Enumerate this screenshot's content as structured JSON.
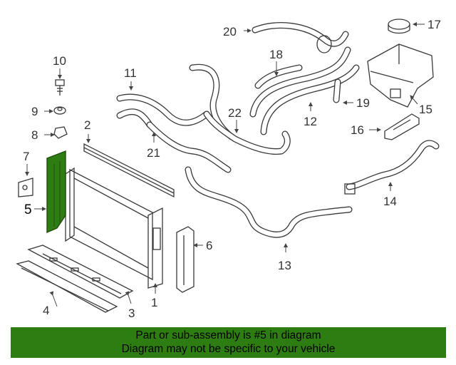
{
  "diagram": {
    "callouts": [
      "1",
      "2",
      "3",
      "4",
      "5",
      "6",
      "7",
      "8",
      "9",
      "10",
      "11",
      "12",
      "13",
      "14",
      "15",
      "16",
      "17",
      "18",
      "19",
      "20",
      "21",
      "22"
    ],
    "highlighted_part": "5",
    "colors": {
      "highlight": "#2e7d13",
      "line": "#3a3a3a",
      "banner": "#2e7d13"
    }
  },
  "banner": {
    "line1": "Part or sub-assembly is #5 in diagram",
    "line2": "Diagram may not be specific to your vehicle"
  }
}
